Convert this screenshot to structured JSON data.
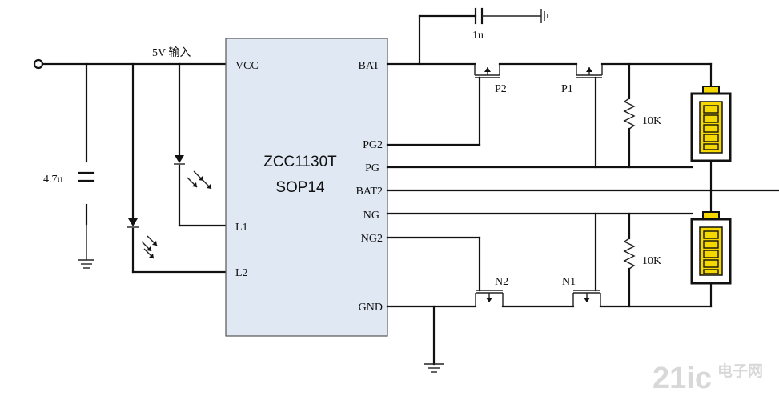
{
  "supply": {
    "label": "5V 输入"
  },
  "chip": {
    "name": "ZCC1130T",
    "package": "SOP14",
    "pins_left": [
      "VCC",
      "L1",
      "L2"
    ],
    "pins_right": [
      "BAT",
      "PG2",
      "PG",
      "BAT2",
      "NG",
      "NG2",
      "GND"
    ]
  },
  "components": {
    "input_cap": "4.7u",
    "bat_cap": "1u",
    "pmos_1": "P2",
    "pmos_2": "P1",
    "nmos_1": "N2",
    "nmos_2": "N1",
    "res_top": "10K",
    "res_bottom": "10K"
  },
  "watermark": {
    "main": "21ic",
    "sub": "电子网"
  },
  "colors": {
    "chip_fill": "#dfe8f3",
    "battery_fill": "#f5d800",
    "wire": "#111111"
  }
}
